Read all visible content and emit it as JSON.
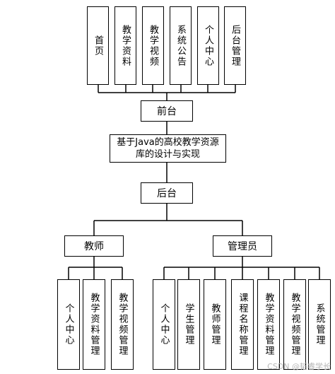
{
  "frontend_modules": [
    "首页",
    "教学资料",
    "教学视频",
    "系统公告",
    "个人中心",
    "后台管理"
  ],
  "frontend": "前台",
  "system_title": "基于Java的高校教学资源库的设计与实现",
  "backend": "后台",
  "roles": {
    "teacher": {
      "label": "教师",
      "modules": [
        "个人中心",
        "教学资料管理",
        "教学视频管理"
      ]
    },
    "admin": {
      "label": "管理员",
      "modules": [
        "个人中心",
        "学生管理",
        "教师管理",
        "课程名称管理",
        "教学资料管理",
        "教学视频管理",
        "系统管理"
      ]
    }
  },
  "watermark": "CSDN @韬睿学长"
}
